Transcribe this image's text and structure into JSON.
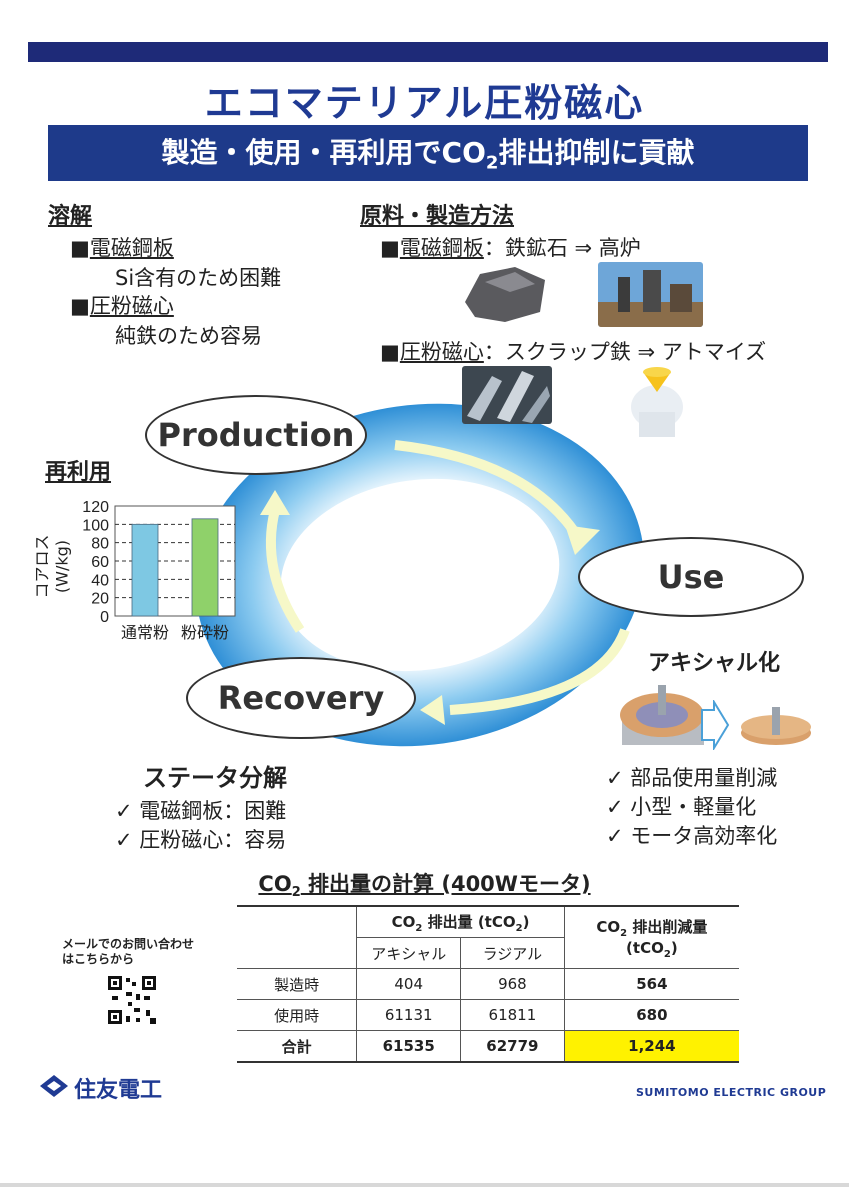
{
  "header": {
    "title": "エコマテリアル圧粉磁心",
    "subtitle_pre": "製造・使用・再利用でCO",
    "subtitle_sub": "2",
    "subtitle_post": "排出抑制に貢献"
  },
  "dissolution": {
    "heading": "溶解",
    "items": [
      {
        "name": "電磁鋼板",
        "detail": "Si含有のため困難"
      },
      {
        "name": "圧粉磁心",
        "detail": "純鉄のため容易"
      }
    ]
  },
  "materials": {
    "heading": "原料・製造方法",
    "items": [
      {
        "name": "電磁鋼板",
        "detail": "：鉄鉱石 ⇒ 高炉"
      },
      {
        "name": "圧粉磁心",
        "detail": "：スクラップ鉄 ⇒ アトマイズ"
      }
    ]
  },
  "cycle": {
    "production": "Production",
    "use": "Use",
    "recovery": "Recovery"
  },
  "reuse": {
    "heading": "再利用",
    "chart_data": {
      "type": "bar",
      "categories": [
        "通常粉",
        "粉砕粉"
      ],
      "values": [
        100,
        106
      ],
      "ylabel": "コアロス (W/kg)",
      "ylim": [
        0,
        120
      ],
      "yticks": [
        0,
        20,
        40,
        60,
        80,
        100,
        120
      ],
      "grid": "dashed horizontal",
      "colors": [
        "#7ec8e3",
        "#8fd16a"
      ]
    }
  },
  "axial": {
    "heading": "アキシャル化",
    "checks": [
      "部品使用量削減",
      "小型・軽量化",
      "モータ高効率化"
    ]
  },
  "stator": {
    "heading": "ステータ分解",
    "checks": [
      "電磁鋼板：困難",
      "圧粉磁心：容易"
    ]
  },
  "calc": {
    "title_pre": "CO",
    "title_sub": "2",
    "title_post": " 排出量の計算 (400Wモータ)",
    "col_emission_pre": "CO",
    "col_emission_sub": "2",
    "col_emission_post": " 排出量 (tCO",
    "col_emission_sub2": "2",
    "col_emission_end": ")",
    "col_reduction_pre": "CO",
    "col_reduction_sub": "2",
    "col_reduction_post": " 排出削減量",
    "col_reduction_unit_pre": "(tCO",
    "col_reduction_unit_sub": "2",
    "col_reduction_unit_end": ")",
    "sub_axial": "アキシャル",
    "sub_radial": "ラジアル",
    "rows": [
      {
        "label": "製造時",
        "axial": "404",
        "radial": "968",
        "reduction": "564"
      },
      {
        "label": "使用時",
        "axial": "61131",
        "radial": "61811",
        "reduction": "680"
      },
      {
        "label": "合計",
        "axial": "61535",
        "radial": "62779",
        "reduction": "1,244"
      }
    ]
  },
  "contact": {
    "line1": "メールでのお問い合わせ",
    "line2": "はこちらから"
  },
  "footer": {
    "logo_text": "住友電工",
    "group": "SUMITOMO ELECTRIC GROUP"
  },
  "colors": {
    "navy": "#1e2a78",
    "title_blue": "#1f3a93",
    "highlight": "#fff200",
    "ring_blue": "#3aa0e0"
  }
}
